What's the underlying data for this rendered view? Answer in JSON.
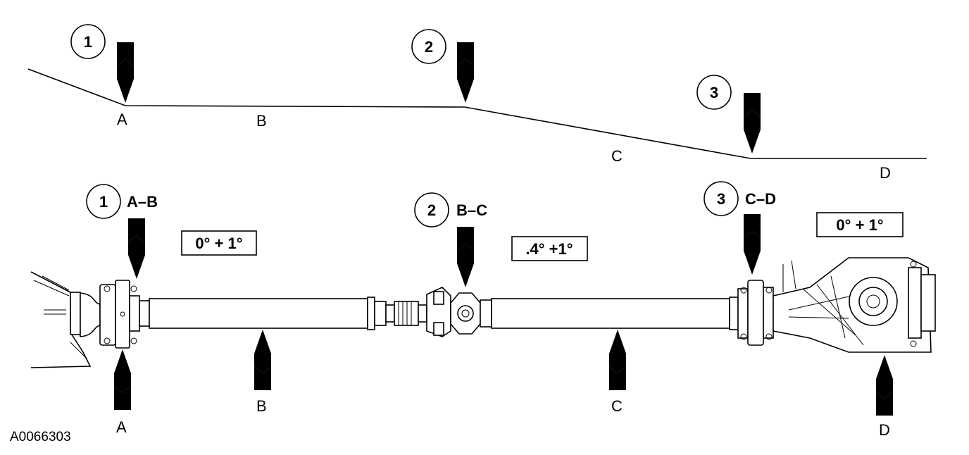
{
  "angle_diagram": {
    "callouts": [
      "1",
      "2",
      "3"
    ],
    "points": [
      "A",
      "B",
      "C",
      "D"
    ]
  },
  "driveshaft": {
    "joints": [
      {
        "number": "1",
        "label": "A–B"
      },
      {
        "number": "2",
        "label": "B–C"
      },
      {
        "number": "3",
        "label": "C–D"
      }
    ],
    "specs": [
      "0° + 1°",
      ".4° +1°",
      "0° + 1°"
    ],
    "points": [
      "A",
      "B",
      "C",
      "D"
    ]
  },
  "figure_id": "A0066303"
}
